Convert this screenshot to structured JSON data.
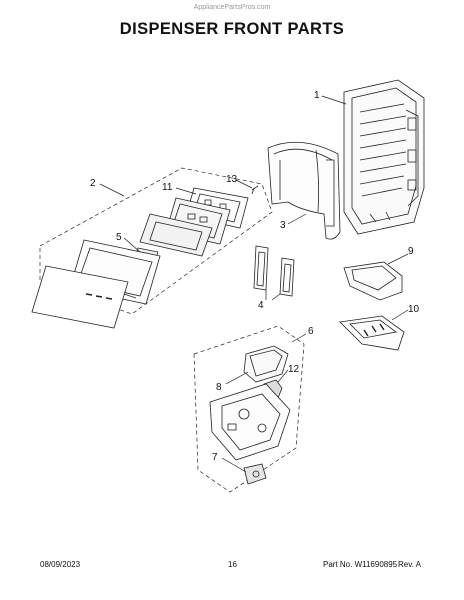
{
  "watermark": "AppliancePartsPros.com",
  "title": "DISPENSER FRONT PARTS",
  "callouts": {
    "c1": "1",
    "c2": "2",
    "c3": "3",
    "c4": "4",
    "c5": "5",
    "c6": "6",
    "c7": "7",
    "c8": "8",
    "c9": "9",
    "c10": "10",
    "c11": "11",
    "c12": "12",
    "c13": "13"
  },
  "footer": {
    "date": "08/09/2023",
    "page": "16",
    "part_number": "Part No. W11690895",
    "revision": "Rev. A"
  }
}
